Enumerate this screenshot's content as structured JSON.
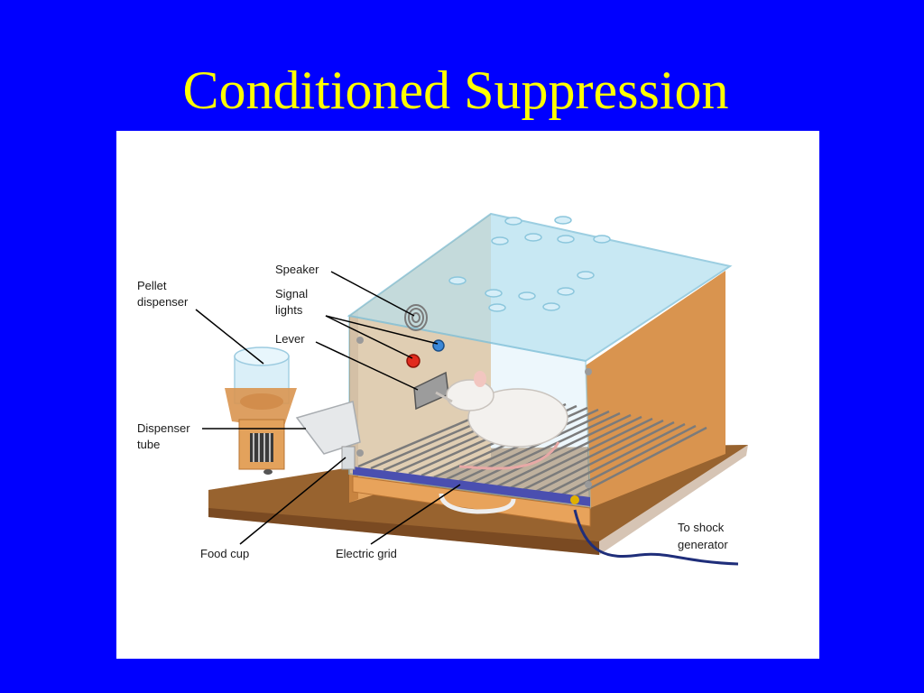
{
  "slide": {
    "title": "Conditioned Suppression"
  },
  "diagram": {
    "labels": {
      "speaker": "Speaker",
      "signal_lights_line1": "Signal",
      "signal_lights_line2": "lights",
      "lever": "Lever",
      "pellet_dispenser_line1": "Pellet",
      "pellet_dispenser_line2": "dispenser",
      "dispenser_tube_line1": "Dispenser",
      "dispenser_tube_line2": "tube",
      "food_cup": "Food cup",
      "electric_grid": "Electric grid",
      "shock_line1": "To shock",
      "shock_line2": "generator"
    }
  },
  "colors": {
    "background": "#0000ff",
    "title": "#ffff00",
    "wood": "#e3a25c",
    "glass": "#bfe4f2"
  }
}
